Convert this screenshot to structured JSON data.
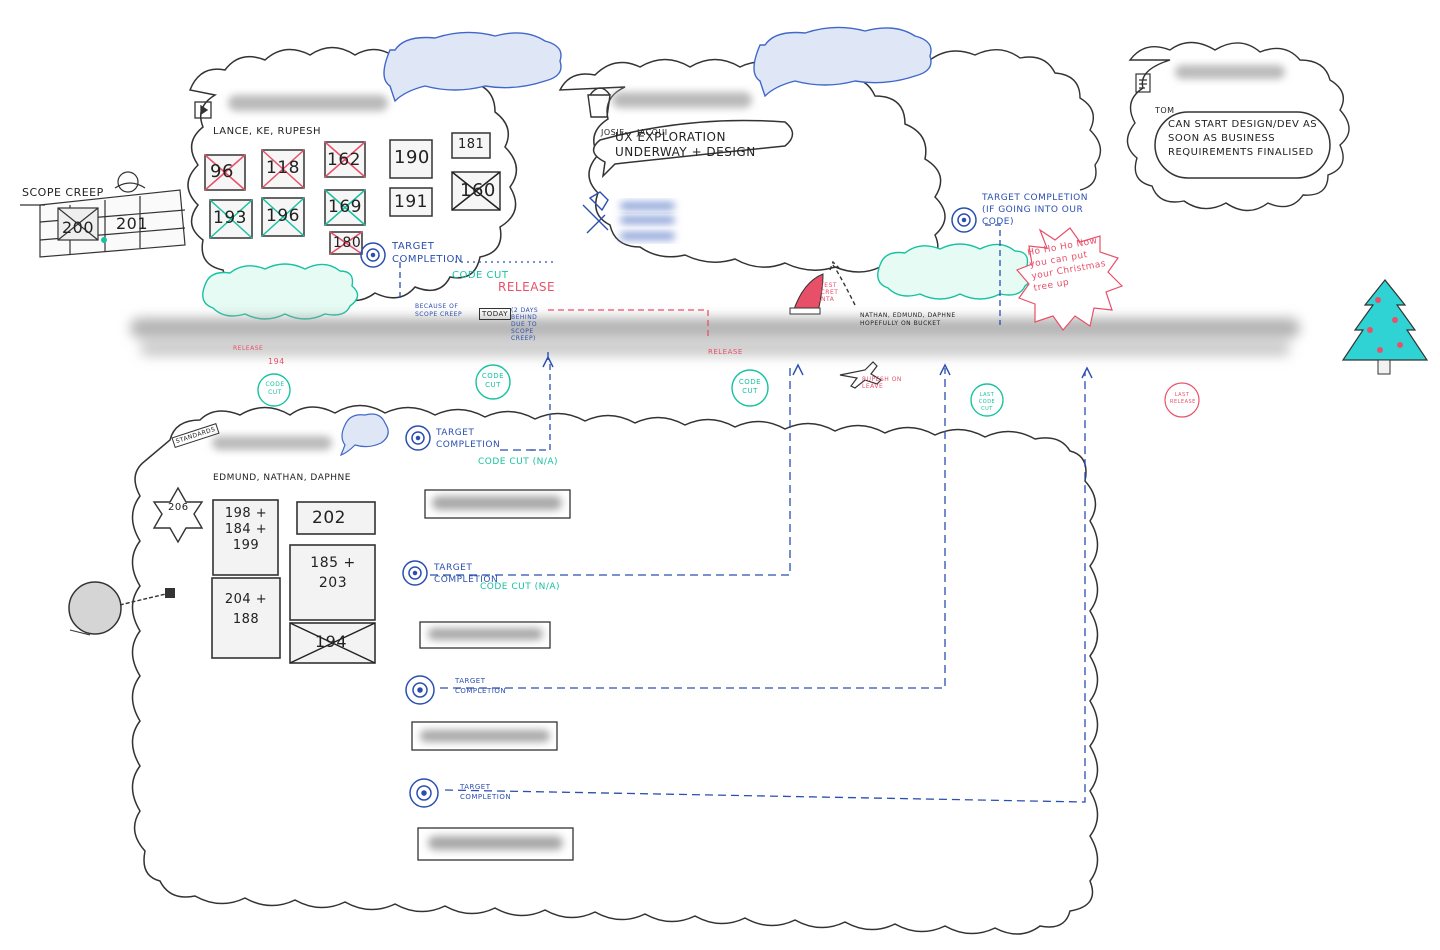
{
  "left_top_team": {
    "people": "LANCE, KE, RUPESH",
    "scope_creep": "SCOPE CREEP",
    "wall_tiles": [
      "200",
      "201"
    ],
    "tickets": [
      {
        "num": "96",
        "crossed": true
      },
      {
        "num": "118",
        "crossed": true
      },
      {
        "num": "162",
        "crossed": true
      },
      {
        "num": "190",
        "crossed": false
      },
      {
        "num": "181",
        "crossed": false
      },
      {
        "num": "193",
        "crossed": true
      },
      {
        "num": "196",
        "crossed": true
      },
      {
        "num": "169",
        "crossed": true
      },
      {
        "num": "191",
        "crossed": false
      },
      {
        "num": "160",
        "crossed": true
      },
      {
        "num": "180",
        "crossed": true
      }
    ],
    "target_completion": "TARGET COMPLETION",
    "code_cut": "CODE CUT",
    "release": "RELEASE",
    "because_scope_creep": "BECAUSE OF SCOPE CREEP",
    "today": "TODAY",
    "delay_note": "(2 DAYS BEHIND DUE TO SCOPE CREEP)"
  },
  "middle_top_team": {
    "people": [
      "JOSIE",
      "JACQUI"
    ],
    "status": "UX EXPLORATION UNDERWAY + DESIGN"
  },
  "right_team": {
    "target_completion": "TARGET COMPLETION (IF GOING INTO OUR CODE)",
    "ho_ho": "Ho Ho Ho Now you can put your Christmas tree up",
    "nathan_note": "NATHAN, EDMUND, DAPHNE HOPEFULLY ON BUCKET",
    "santa_note": "LATEST SECRET SANTA",
    "rupesh_leave": "RUPESH ON LEAVE"
  },
  "top_right_card": {
    "person": "TOM",
    "note": "CAN START DESIGN/DEV AS SOON AS BUSINESS REQUIREMENTS FINALISED"
  },
  "timeline": {
    "release_small": "RELEASE",
    "release_104": "194",
    "code_cut_bubbles": [
      "CODE CUT",
      "CODE CUT",
      "CODE CUT"
    ],
    "release_marker": "RELEASE",
    "last_code_cut": "LAST CODE CUT",
    "last_release": "LAST RELEASE"
  },
  "bottom_team": {
    "tag": "STANDARDS",
    "people": "EDMUND, NATHAN, DAPHNE",
    "star_num": "206",
    "tickets": [
      {
        "num": "198 + 184 + 199",
        "crossed": false
      },
      {
        "num": "202",
        "crossed": false
      },
      {
        "num": "204 + 188",
        "crossed": false
      },
      {
        "num": "185 + 203",
        "crossed": false
      },
      {
        "num": "194",
        "crossed": true
      }
    ],
    "targets": [
      {
        "label": "TARGET COMPLETION",
        "sub": "CODE CUT (N/A)"
      },
      {
        "label": "TARGET COMPLETION",
        "sub": "CODE CUT (N/A)"
      },
      {
        "label": "TARGET COMPLETION",
        "sub": ""
      },
      {
        "label": "TARGET COMPLETION",
        "sub": ""
      }
    ]
  },
  "colors": {
    "ink": "#222222",
    "blue": "#2b4fb0",
    "teal": "#17c2a0",
    "red": "#e8506a",
    "cloud_fill": "#dfe7f7",
    "tree": "#2fd3d3"
  }
}
